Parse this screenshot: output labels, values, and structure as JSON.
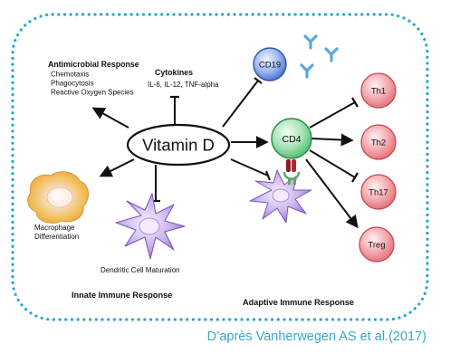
{
  "center": {
    "label": "Vitamin D"
  },
  "innate": {
    "heading": "Innate Immune Response",
    "antimicrobial": {
      "title": "Antimicrobial Response",
      "items": [
        "Chemotaxis",
        "Phagocytosis",
        "Reactive Oxygen Species"
      ]
    },
    "cytokines": {
      "title": "Cytokines",
      "items": "IL-6, IL-12, TNF-alpha"
    },
    "macrophage": [
      "Macrophage",
      "Differentiation"
    ],
    "dendritic": "Dendritic Cell Maturation"
  },
  "adaptive": {
    "heading": "Adaptive Immune Response",
    "cells": {
      "cd19": "CD19",
      "cd4": "CD4",
      "th1": "Th1",
      "th2": "Th2",
      "th17": "Th17",
      "treg": "Treg"
    }
  },
  "credit": "D’après Vanherwegen AS et al.(2017)",
  "colors": {
    "border": "#2aa5cf",
    "credit": "#3aa6c8",
    "cd19": "#3f6fd0",
    "cd4": "#46b96a",
    "th": "#e46a72",
    "dendritic": "#a98ad6",
    "macrophage": "#f2c55a",
    "antibody": "#56a9e3"
  },
  "icons": [
    "arrow",
    "inhibition-bar",
    "antibody-y-shape",
    "receptor-complex"
  ]
}
